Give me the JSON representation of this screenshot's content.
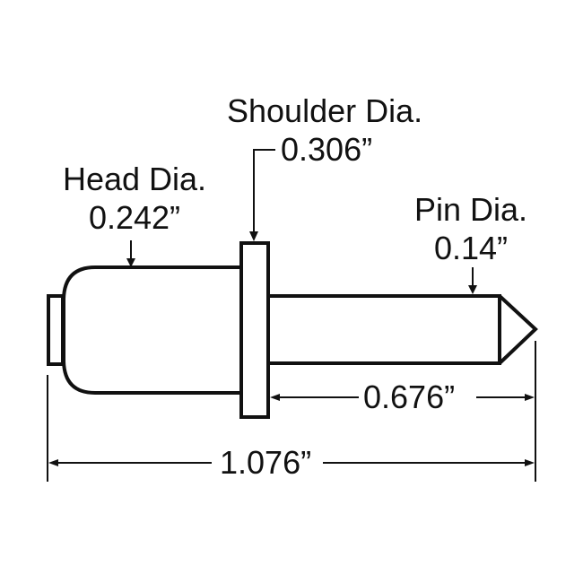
{
  "diagram": {
    "type": "dimensioned-part-drawing",
    "part": "pin",
    "colors": {
      "stroke": "#111111",
      "background": "#ffffff"
    },
    "labels": {
      "shoulder": {
        "name": "Shoulder Dia.",
        "value": "0.306”"
      },
      "head": {
        "name": "Head Dia.",
        "value": "0.242”"
      },
      "pin": {
        "name": "Pin Dia.",
        "value": "0.14”"
      },
      "pin_length": {
        "value": "0.676”"
      },
      "overall_length": {
        "value": "1.076”"
      }
    }
  }
}
